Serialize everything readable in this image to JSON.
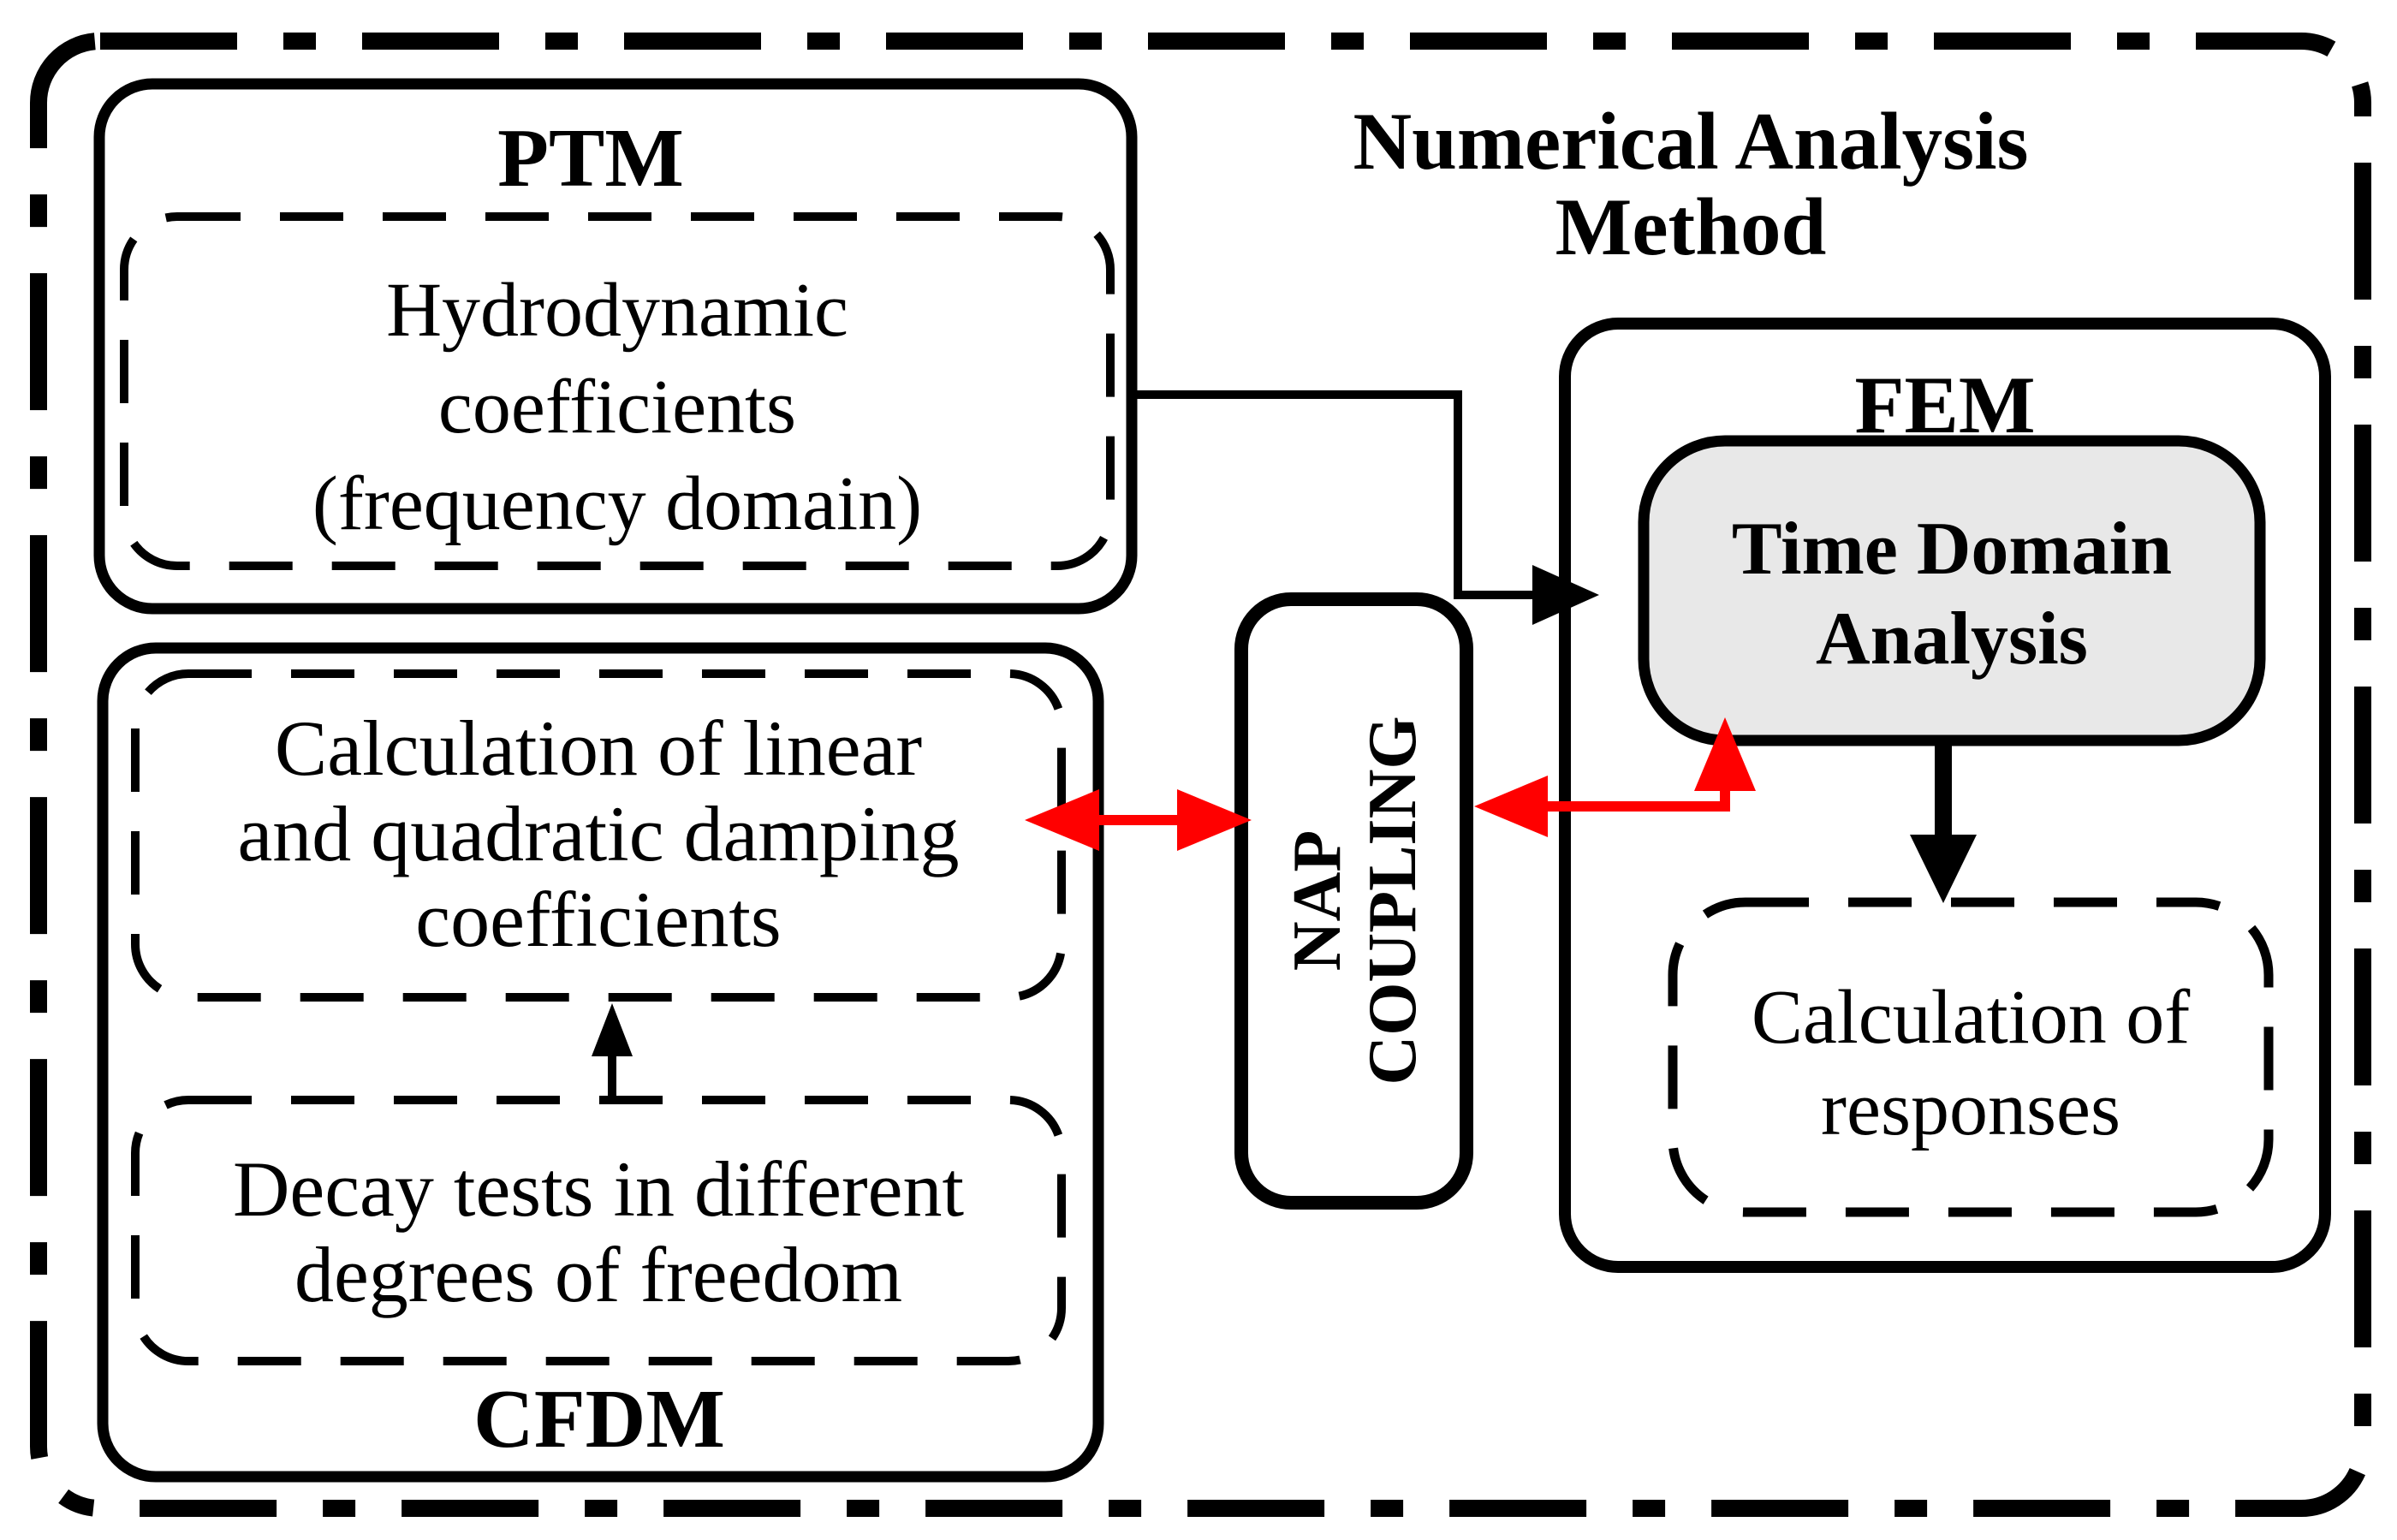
{
  "title_lines": [
    "Numerical Analysis",
    "Method"
  ],
  "ptm": {
    "title": "PTM",
    "box_lines": [
      "Hydrodynamic",
      "coefficients",
      "(frequency domain)"
    ]
  },
  "cfdm": {
    "title": "CFDM",
    "damping_lines": [
      "Calculation of linear",
      "and quadratic damping",
      "coefficients"
    ],
    "decay_lines": [
      "Decay tests in different",
      "degrees of freedom"
    ]
  },
  "nap": {
    "label_lines": [
      "NAP",
      "COUPLING"
    ]
  },
  "fem": {
    "title": "FEM",
    "time_domain_lines": [
      "Time Domain",
      "Analysis"
    ],
    "responses_lines": [
      "Calculation of",
      "responses"
    ]
  },
  "colors": {
    "red": "#ff0000",
    "black": "#000000",
    "box_gray": "#e8e8e8"
  }
}
